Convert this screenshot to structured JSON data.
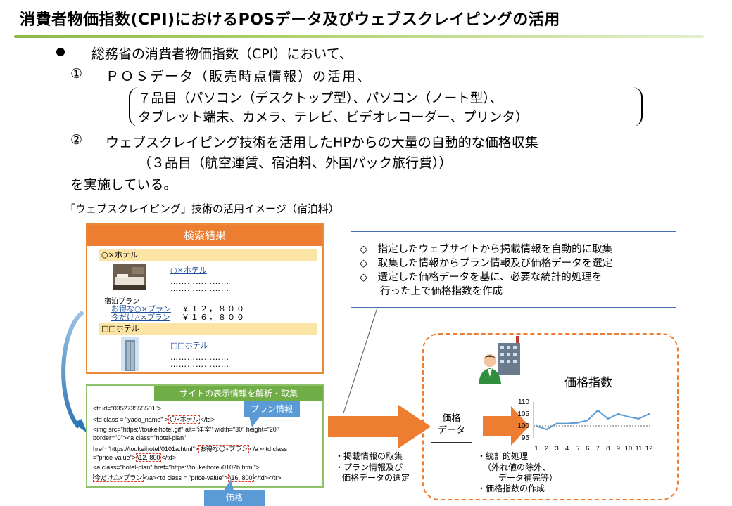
{
  "title": "消費者物価指数(CPI)におけるPOSデータ及びウェブスクレイピングの活用",
  "bullet": {
    "intro": "総務省の消費者物価指数（CPI）において、",
    "item1_num": "①",
    "item1_text": "ＰＯＳデータ（販売時点情報）の活用、",
    "item1_line1": "７品目（パソコン（デスクトップ型）、パソコン（ノート型）、",
    "item1_line2": "タブレット端末、カメラ、テレビ、ビデオレコーダー、プリンタ）",
    "item2_num": "②",
    "item2_text": "ウェブスクレイピング技術を活用したHPからの大量の自動的な価格収集",
    "item2_detail": "（３品目（航空運賃、宿泊料、外国パック旅行費））",
    "closing": "を実施している。"
  },
  "caption": "「ウェブスクレイピング」技術の活用イメージ（宿泊料）",
  "search": {
    "header": "検索結果",
    "hotel1_band": "○×ホテル",
    "hotel1_link": "○×ホテル",
    "dots": "…………………",
    "plan_label": "宿泊プラン",
    "plan1_link": "お得な○×プラン",
    "plan1_price": "￥１２，８００",
    "plan2_link": "今だけ△×プラン",
    "plan2_price": "￥１６，８００",
    "hotel2_band": "□□ホテル",
    "hotel2_link": "□□ホテル"
  },
  "code": {
    "header": "サイトの表示情報を解析・取集",
    "line0": "…",
    "line1": "<tr id=\"035273555501\">",
    "line2a": "<td class = \"yado_name\" >",
    "line2b": "〇×ホテル",
    "line2c": "</td>",
    "line3": "<img src=\"https://toukeihotel.gif\" alt=\"洋室\" width=\"30\" height=\"20\"",
    "line4": "border=\"0\"><a class=\"hotel-plan\"",
    "line5a": "href=\"https://toukeihotel/0101a.html\">",
    "line5b": "お得な〇×プラン",
    "line5c": "</a><td class",
    "line6a": "=\"price-value\">",
    "line6b": "\\12, 800",
    "line6c": "</td>",
    "line7": "<a class=\"hotel-plan\" href=\"https://toukeihotel/0102b.html\">",
    "line8a": "今だけ△×プラン",
    "line8b": "</a><td class = \"price-value\">",
    "line8c": "\\16, 800",
    "line8d": "</td></tr>",
    "callout_plan": "プラン情報",
    "callout_price": "価格"
  },
  "info": {
    "items": [
      "◇　指定したウェブサイトから掲載情報を自動的に取集",
      "◇　取集した情報からプラン情報及び価格データを選定",
      "◇　選定した価格データを基に、必要な統計的処理を",
      "　　行った上で価格指数を作成"
    ]
  },
  "process": {
    "step1_line1": "・掲載情報の取集",
    "step1_line2": "・プラン情報及び",
    "step1_line3": "価格データの選定",
    "data_box_line1": "価格",
    "data_box_line2": "データ",
    "step2_line1": "・統計的処理",
    "step2_line2": "（外れ値の除外、",
    "step2_line3": "データ補完等）",
    "step2_line4": "・価格指数の作成"
  },
  "colors": {
    "orange": "#ed7d31",
    "green": "#70ad47",
    "blue": "#5b9bd5",
    "line": "#5b9bd5",
    "highlight": "#e03a2a"
  },
  "icons": [
    "building-icon",
    "person-icon",
    "hotel-room-photo",
    "hotel-building-photo"
  ],
  "chart_data": {
    "type": "line",
    "title": "価格指数",
    "x": [
      1,
      2,
      3,
      4,
      5,
      6,
      7,
      8,
      9,
      10,
      11,
      12
    ],
    "series": [
      {
        "values": [
          100,
          98.5,
          101,
          101,
          101.3,
          102.3,
          106.5,
          103,
          105,
          103.8,
          103,
          105
        ]
      }
    ],
    "baseline": 100,
    "yticks": [
      95,
      100,
      105,
      110
    ],
    "ylim": [
      95,
      110
    ],
    "grid": false
  }
}
